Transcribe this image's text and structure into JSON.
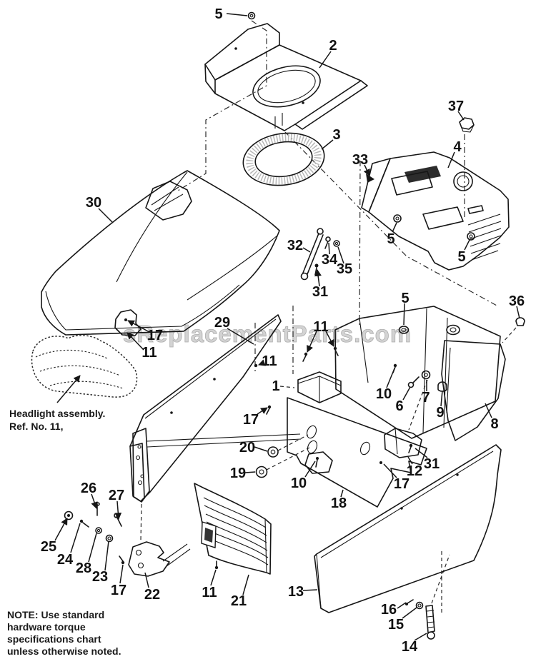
{
  "diagram": {
    "watermark": "sReplacementParts.com",
    "headlight_note": {
      "line1": "Headlight assembly.",
      "line2": "Ref. No. 11,"
    },
    "bottom_note": {
      "line1": "NOTE:  Use standard",
      "line2": "hardware torque",
      "line3": "specifications chart",
      "line4": "unless otherwise noted."
    },
    "colors": {
      "line": "#161616",
      "background": "#ffffff",
      "watermark_fill": "#cccccc"
    }
  },
  "labels": [
    "5",
    "2",
    "3",
    "37",
    "4",
    "33",
    "30",
    "32",
    "34",
    "35",
    "31",
    "5",
    "5",
    "5",
    "36",
    "11",
    "29",
    "11",
    "17",
    "11",
    "1",
    "17",
    "10",
    "6",
    "7",
    "9",
    "8",
    "20",
    "19",
    "10",
    "12",
    "31",
    "17",
    "18",
    "13",
    "26",
    "27",
    "25",
    "24",
    "28",
    "23",
    "17",
    "22",
    "11",
    "21",
    "16",
    "15",
    "14"
  ]
}
